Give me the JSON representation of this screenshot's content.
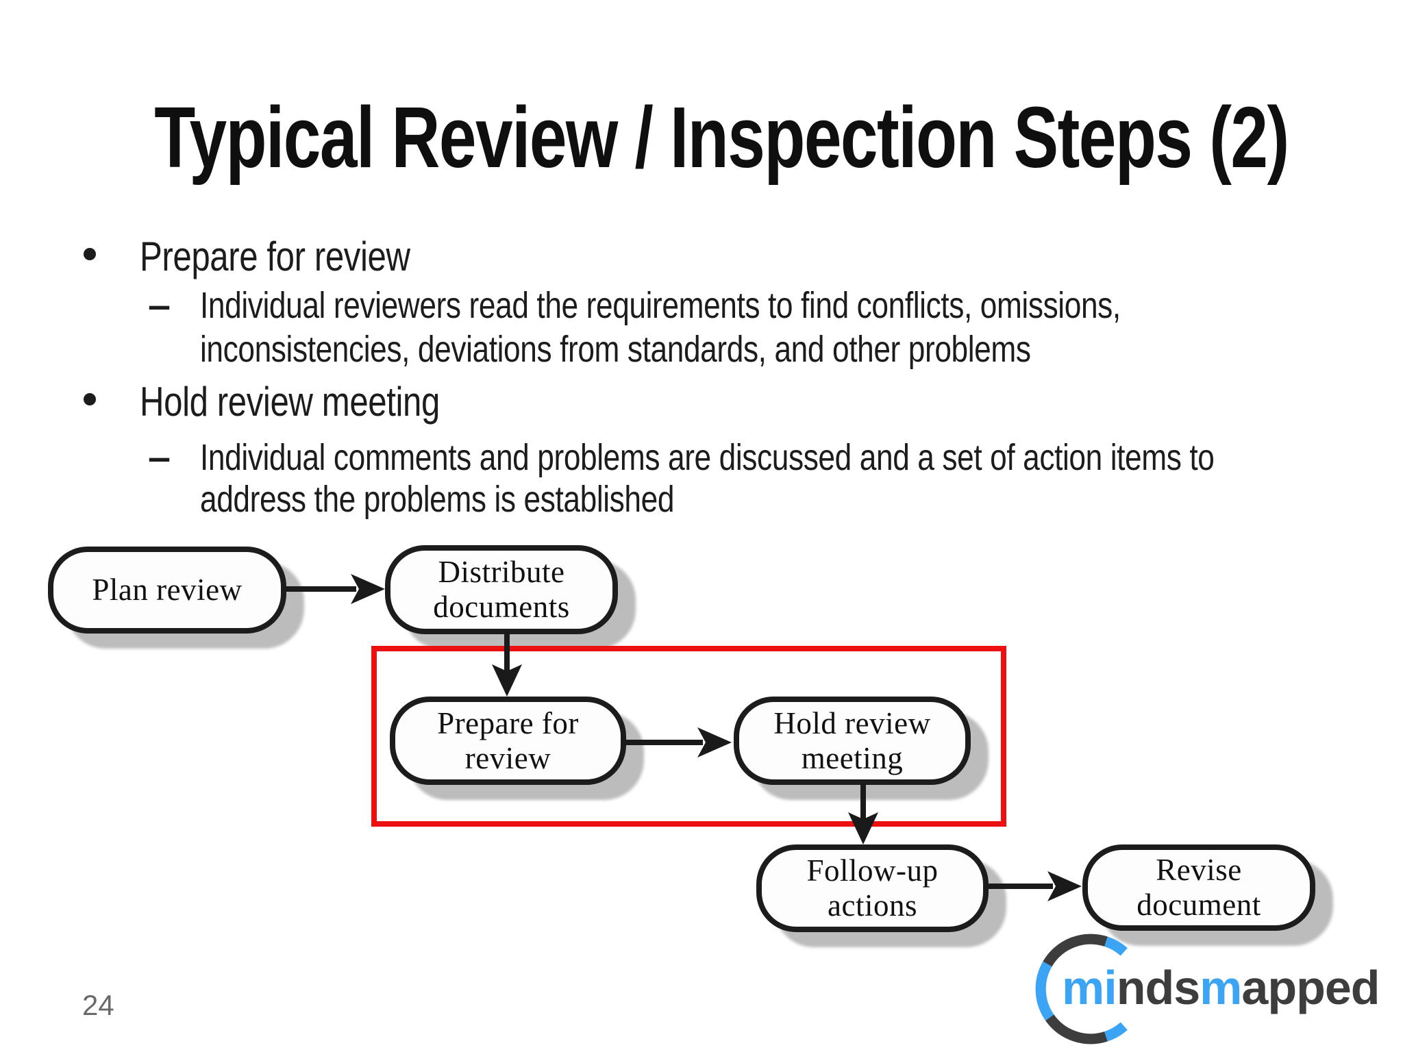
{
  "slide": {
    "title": "Typical Review / Inspection Steps (2)",
    "page_number": "24",
    "bullet_glyph": "•",
    "sub_bullet_glyph": "–",
    "bullets": [
      {
        "label": "Prepare for review",
        "sub_lines": [
          "Individual reviewers read the requirements to find conflicts, omissions,",
          "inconsistencies, deviations from standards, and other problems"
        ]
      },
      {
        "label": "Hold review meeting",
        "sub_lines": [
          "Individual comments and problems are discussed and a set of action items to",
          "address the problems is established"
        ]
      }
    ]
  },
  "flowchart": {
    "nodes": [
      {
        "id": "plan-review",
        "lines": [
          "Plan review",
          ""
        ]
      },
      {
        "id": "distribute-documents",
        "lines": [
          "Distribute",
          "documents"
        ]
      },
      {
        "id": "prepare-for-review",
        "lines": [
          "Prepare for",
          "review"
        ]
      },
      {
        "id": "hold-review-meeting",
        "lines": [
          "Hold review",
          "meeting"
        ]
      },
      {
        "id": "follow-up-actions",
        "lines": [
          "Follow-up",
          "actions"
        ]
      },
      {
        "id": "revise-document",
        "lines": [
          "Revise",
          "document"
        ]
      }
    ],
    "highlight_color": "#ed1010",
    "node_border_color": "#1c1c1c",
    "node_shadow_color": "#bcbcbc",
    "arrow_color": "#1a1a1a"
  },
  "logo": {
    "name": "mindsmapped",
    "text_segments": [
      {
        "text": "mi",
        "color": "#3ba4f4"
      },
      {
        "text": "nds",
        "color": "#3d3d3d"
      },
      {
        "text": "m",
        "color": "#3ba4f4"
      },
      {
        "text": "apped",
        "color": "#3d3d3d"
      }
    ],
    "ring_dark": "#3d3d3d",
    "ring_blue": "#3ba4f4"
  }
}
